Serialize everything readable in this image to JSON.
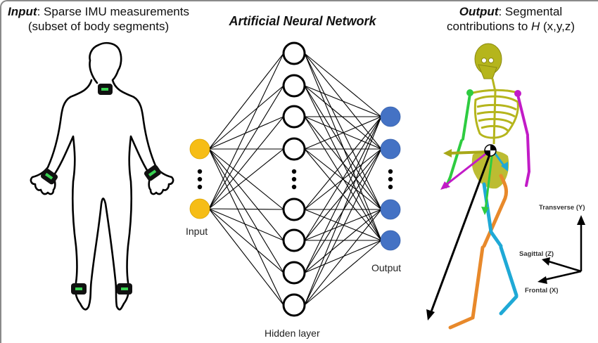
{
  "captions": {
    "input": {
      "bold_italic": "Input",
      "rest_line1": ": Sparse IMU measurements",
      "line2": "(subset of body segments)"
    },
    "network_title": "Artificial Neural Network",
    "output": {
      "bold_italic": "Output",
      "rest_line1": ": Segmental",
      "line2_prefix": "contributions to ",
      "line2_italic": "H",
      "line2_suffix": " (x,y,z)"
    }
  },
  "body_figure": {
    "sensor_locations": [
      "neck",
      "left-wrist",
      "right-wrist",
      "left-ankle",
      "right-ankle"
    ],
    "sensor_colors": {
      "case": "#111111",
      "led": "#39d353"
    }
  },
  "network": {
    "input_label": "Input",
    "hidden_label": "Hidden layer",
    "output_label": "Output",
    "layers": {
      "input_nodes_shown": 2,
      "hidden_nodes_shown": 8,
      "output_nodes_shown": 4
    },
    "colors": {
      "input": "#f6bd16",
      "hidden_fill": "#ffffff",
      "hidden_stroke": "#000000",
      "output": "#4472c4",
      "edge": "#000000"
    }
  },
  "skeleton": {
    "segment_colors": {
      "trunk_head": "#b5b51c",
      "right_arm": "#2ecc40",
      "left_arm": "#c21bc7",
      "right_leg": "#e8892b",
      "left_leg": "#1fa9d6",
      "resultant": "#000000"
    }
  },
  "axes": {
    "transverse": "Transverse (Y)",
    "sagittal": "Sagittal (Z)",
    "frontal": "Frontal (X)"
  }
}
